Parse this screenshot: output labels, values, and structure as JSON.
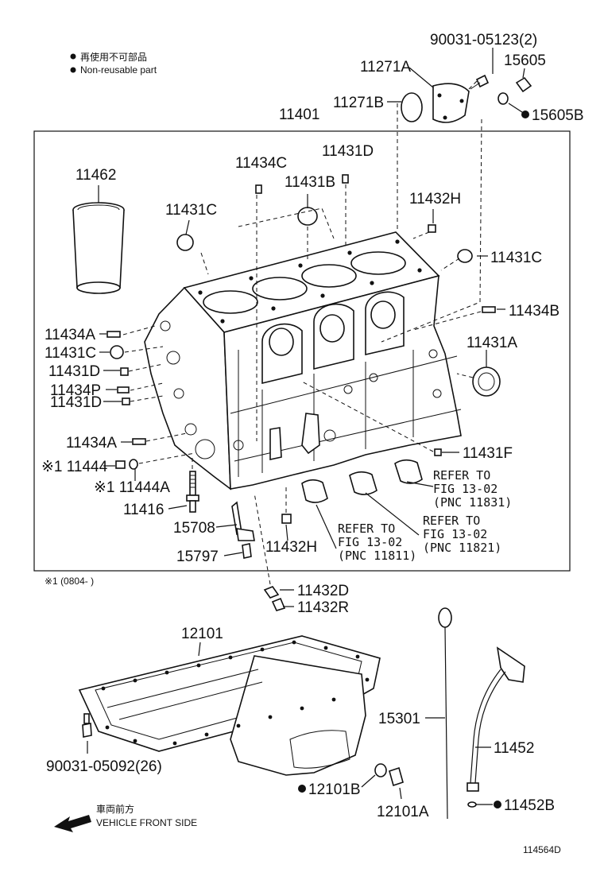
{
  "legend": {
    "nonreusable_jp": "再使用不可部品",
    "nonreusable_en": "Non-reusable part",
    "footnote": "※1 (0804-     )"
  },
  "direction": {
    "jp": "車両前方",
    "en": "VEHICLE FRONT SIDE"
  },
  "diagram_id": "114564D",
  "references": [
    {
      "line1": "REFER TO",
      "line2": "FIG 13-02",
      "line3": "(PNC 11831)"
    },
    {
      "line1": "REFER TO",
      "line2": "FIG 13-02",
      "line3": "(PNC 11821)"
    },
    {
      "line1": "REFER TO",
      "line2": "FIG 13-02",
      "line3": "(PNC 11811)"
    }
  ],
  "labels": {
    "p90031_05123": "90031-05123(2)",
    "p11271A": "11271A",
    "p15605": "15605",
    "p11271B": "11271B",
    "p15605B": "15605B",
    "p11401": "11401",
    "p11431D_top": "11431D",
    "p11434C": "11434C",
    "p11462": "11462",
    "p11431B": "11431B",
    "p11432H_top": "11432H",
    "p11431C_top": "11431C",
    "p11431C_right": "11431C",
    "p11434B": "11434B",
    "p11434A_1": "11434A",
    "p11431A": "11431A",
    "p11431C_left": "11431C",
    "p11431D_1": "11431D",
    "p11434P": "11434P",
    "p11431D_2": "11431D",
    "p11434A_2": "11434A",
    "p11431F": "11431F",
    "p11444": "※1 11444",
    "p11444A": "※1 11444A",
    "p11416": "11416",
    "p15708": "15708",
    "p15797": "15797",
    "p11432H_bottom": "11432H",
    "p11432D": "11432D",
    "p11432R": "11432R",
    "p12101": "12101",
    "p15301": "15301",
    "p11452": "11452",
    "p90031_05092": "90031-05092(26)",
    "p12101B": "12101B",
    "p12101A": "12101A",
    "p11452B": "11452B"
  }
}
